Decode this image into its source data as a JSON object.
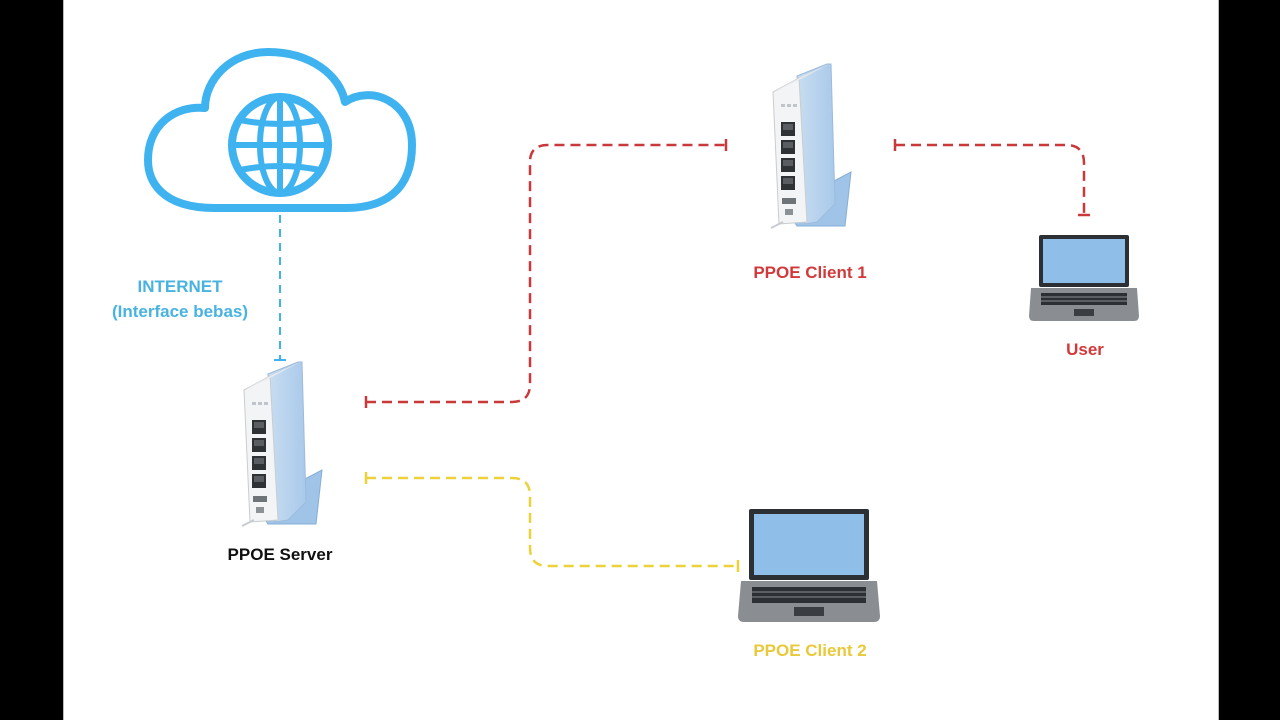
{
  "labels": {
    "internet_line1": "INTERNET",
    "internet_line2": "(Interface bebas)",
    "server": "PPOE Server",
    "client1": "PPOE Client 1",
    "user": "User",
    "client2": "PPOE Client 2"
  },
  "colors": {
    "cloud": "#3fb3ef",
    "internet_text": "#49b3e0",
    "red_link": "#c9383b",
    "yellow_link": "#ecd13b",
    "client1_text": "#d2393a",
    "user_text": "#d2393a",
    "client2_text": "#e8c93a",
    "server_text": "#111111"
  },
  "icons": [
    "cloud-icon",
    "globe-icon",
    "router-icon",
    "laptop-icon"
  ]
}
